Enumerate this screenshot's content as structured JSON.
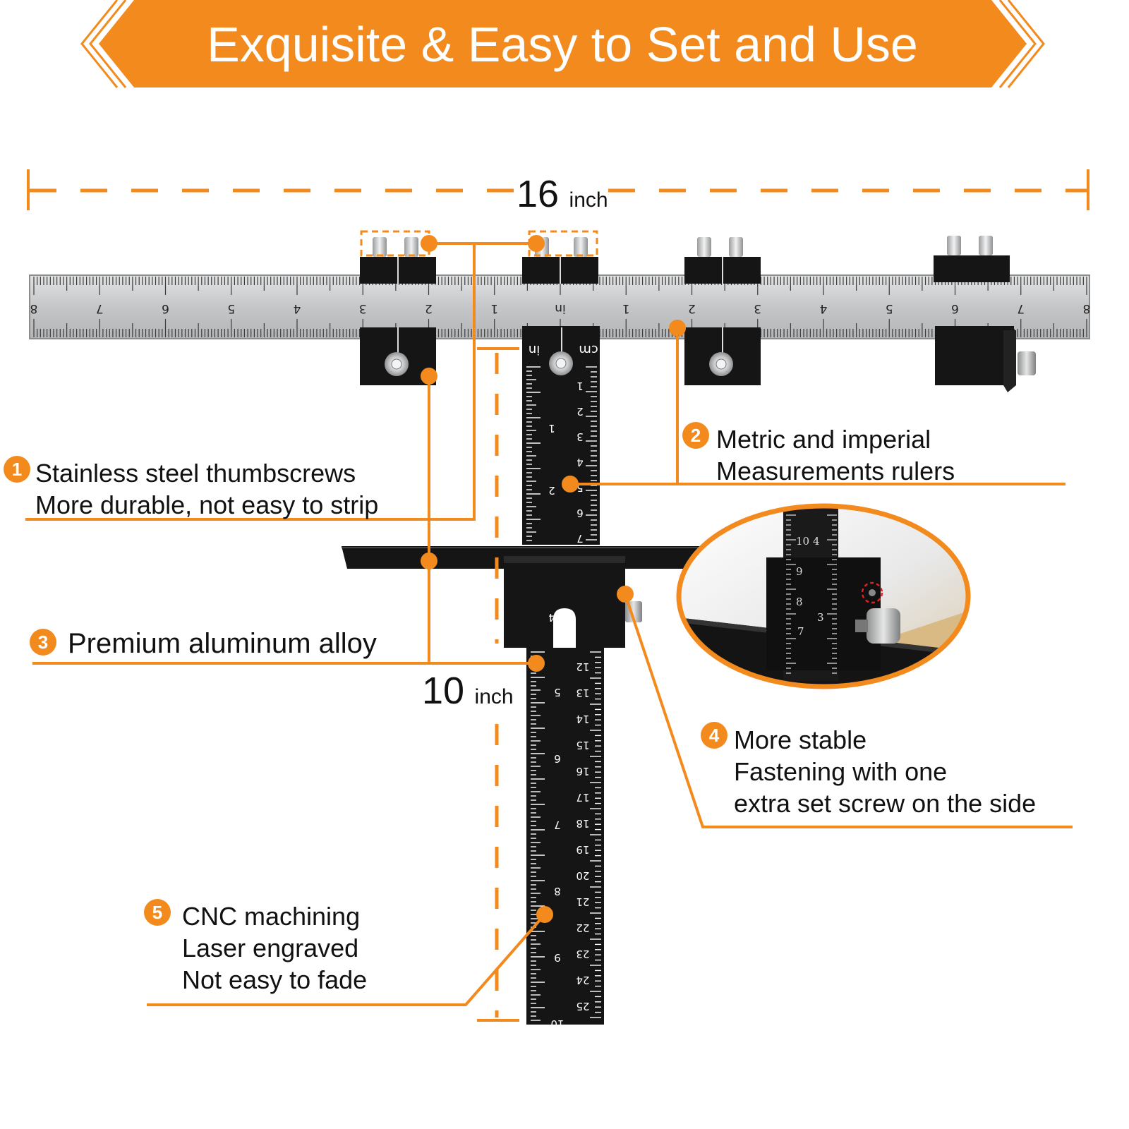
{
  "banner": {
    "title": "Exquisite & Easy to Set and Use"
  },
  "dimensions": {
    "width_value": "16",
    "width_unit": "inch",
    "height_value": "10",
    "height_unit": "inch"
  },
  "main_ruler": {
    "left_labels": [
      "8",
      "7",
      "6",
      "5",
      "4",
      "3",
      "2",
      "1"
    ],
    "center_label": "in",
    "right_labels": [
      "1",
      "2",
      "3",
      "4",
      "5",
      "6",
      "7",
      "8"
    ]
  },
  "upper_ruler": {
    "inch_label": "in",
    "cm_label": "cm",
    "inch_numbers": [
      "1",
      "2"
    ],
    "cm_numbers": [
      "1",
      "2",
      "3",
      "4",
      "5",
      "6",
      "7"
    ]
  },
  "lower_ruler": {
    "slot_numbers": [
      "4",
      "1"
    ],
    "inch_numbers": [
      "5",
      "6",
      "7",
      "8",
      "9",
      "10"
    ],
    "cm_numbers": [
      "12",
      "13",
      "14",
      "15",
      "16",
      "17",
      "18",
      "19",
      "20",
      "21",
      "22",
      "23",
      "24",
      "25"
    ]
  },
  "inset": {
    "numbers": [
      "10",
      "4",
      "9",
      "8",
      "3",
      "7"
    ]
  },
  "callouts": [
    {
      "number": "1",
      "lines": [
        "Stainless steel thumbscrews",
        "More durable, not easy to strip"
      ]
    },
    {
      "number": "2",
      "lines": [
        "Metric and imperial",
        "Measurements rulers"
      ]
    },
    {
      "number": "3",
      "lines": [
        "Premium  aluminum alloy"
      ]
    },
    {
      "number": "4",
      "lines": [
        "More stable",
        "Fastening with one",
        "extra set screw on the side"
      ]
    },
    {
      "number": "5",
      "lines": [
        "CNC machining",
        "Laser engraved",
        "Not easy to fade"
      ]
    }
  ],
  "colors": {
    "accent": "#f28a1e",
    "steel": "#c9cbcd",
    "black": "#151515"
  }
}
